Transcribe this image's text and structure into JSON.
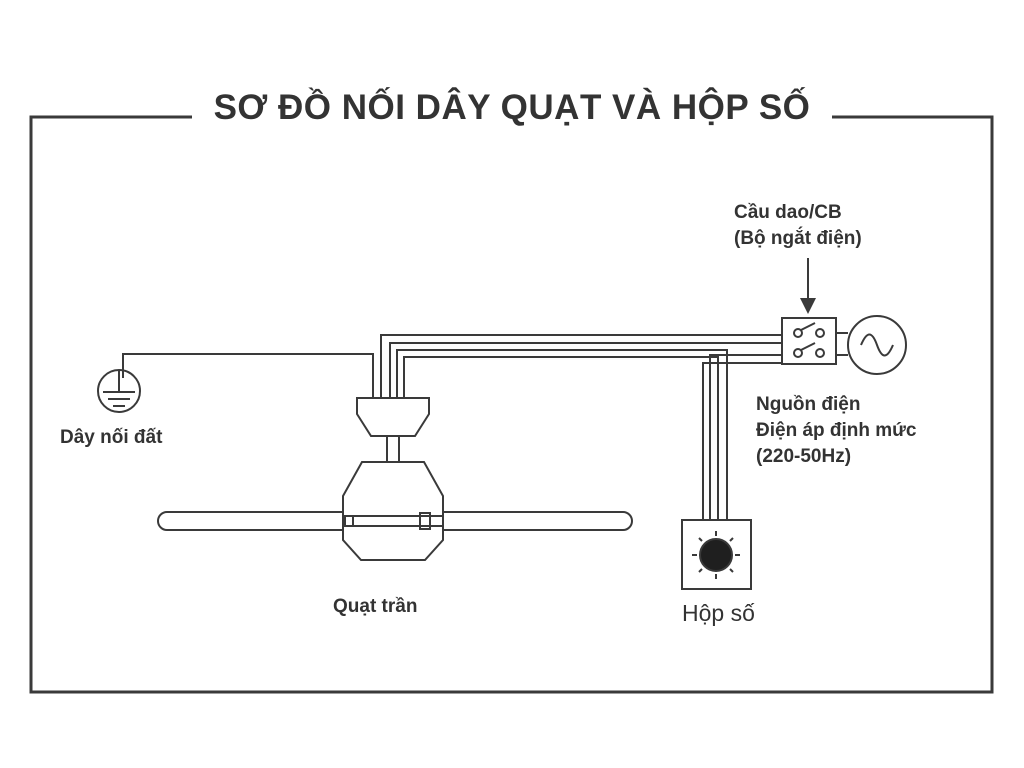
{
  "title": "SƠ ĐỒ NỐI DÂY QUẠT VÀ HỘP SỐ",
  "labels": {
    "breaker_line1": "Cầu dao/CB",
    "breaker_line2": "(Bộ ngắt điện)",
    "source_line1": "Nguồn điện",
    "source_line2": "Điện áp định mức",
    "source_line3": "(220-50Hz)",
    "ground": "Dây nối đất",
    "fan": "Quạt trần",
    "gearbox": "Hộp số"
  },
  "icons": [
    "ground-icon",
    "ac-source-icon",
    "breaker-icon",
    "ceiling-fan-icon",
    "gearbox-knob-icon",
    "arrow-down-icon"
  ],
  "colors": {
    "line": "#3a3a3a",
    "text": "#333333",
    "background": "#ffffff"
  }
}
